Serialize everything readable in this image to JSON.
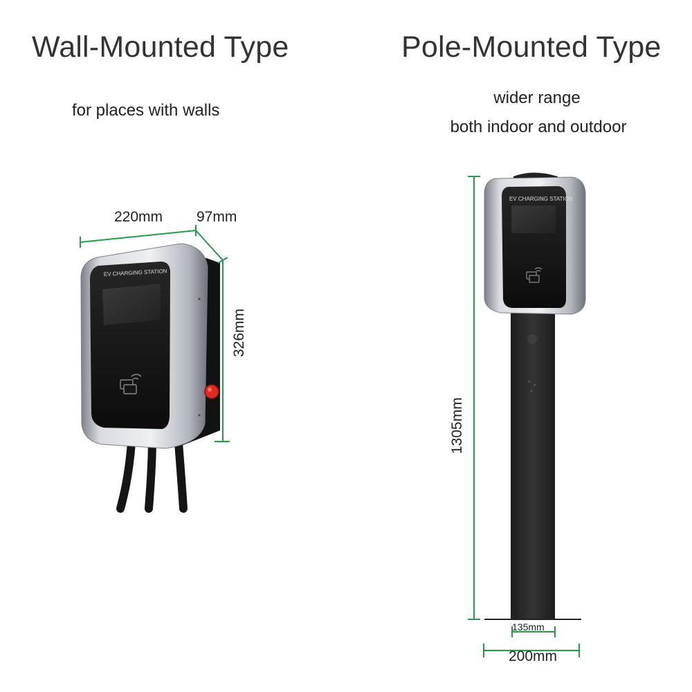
{
  "wall": {
    "title": "Wall-Mounted Type",
    "subtitle": "for places with walls",
    "brand_label": "EV CHARGING STATION",
    "dims": {
      "width": "220mm",
      "depth": "97mm",
      "height": "326mm"
    }
  },
  "pole": {
    "title": "Pole-Mounted Type",
    "subtitle_line1": "wider range",
    "subtitle_line2": "both indoor and outdoor",
    "brand_label": "EV CHARGING STATION",
    "dims": {
      "height": "1305mm",
      "pole_width": "135mm",
      "base_width": "200mm"
    }
  },
  "colors": {
    "dimension_line": "#1e9e4a",
    "housing": "#b9bcc2",
    "panel": "#161616",
    "pole": "#2b2b2b",
    "button": "#e02a1f"
  },
  "icons": [
    "rfid-card-icon",
    "emergency-stop-button"
  ]
}
